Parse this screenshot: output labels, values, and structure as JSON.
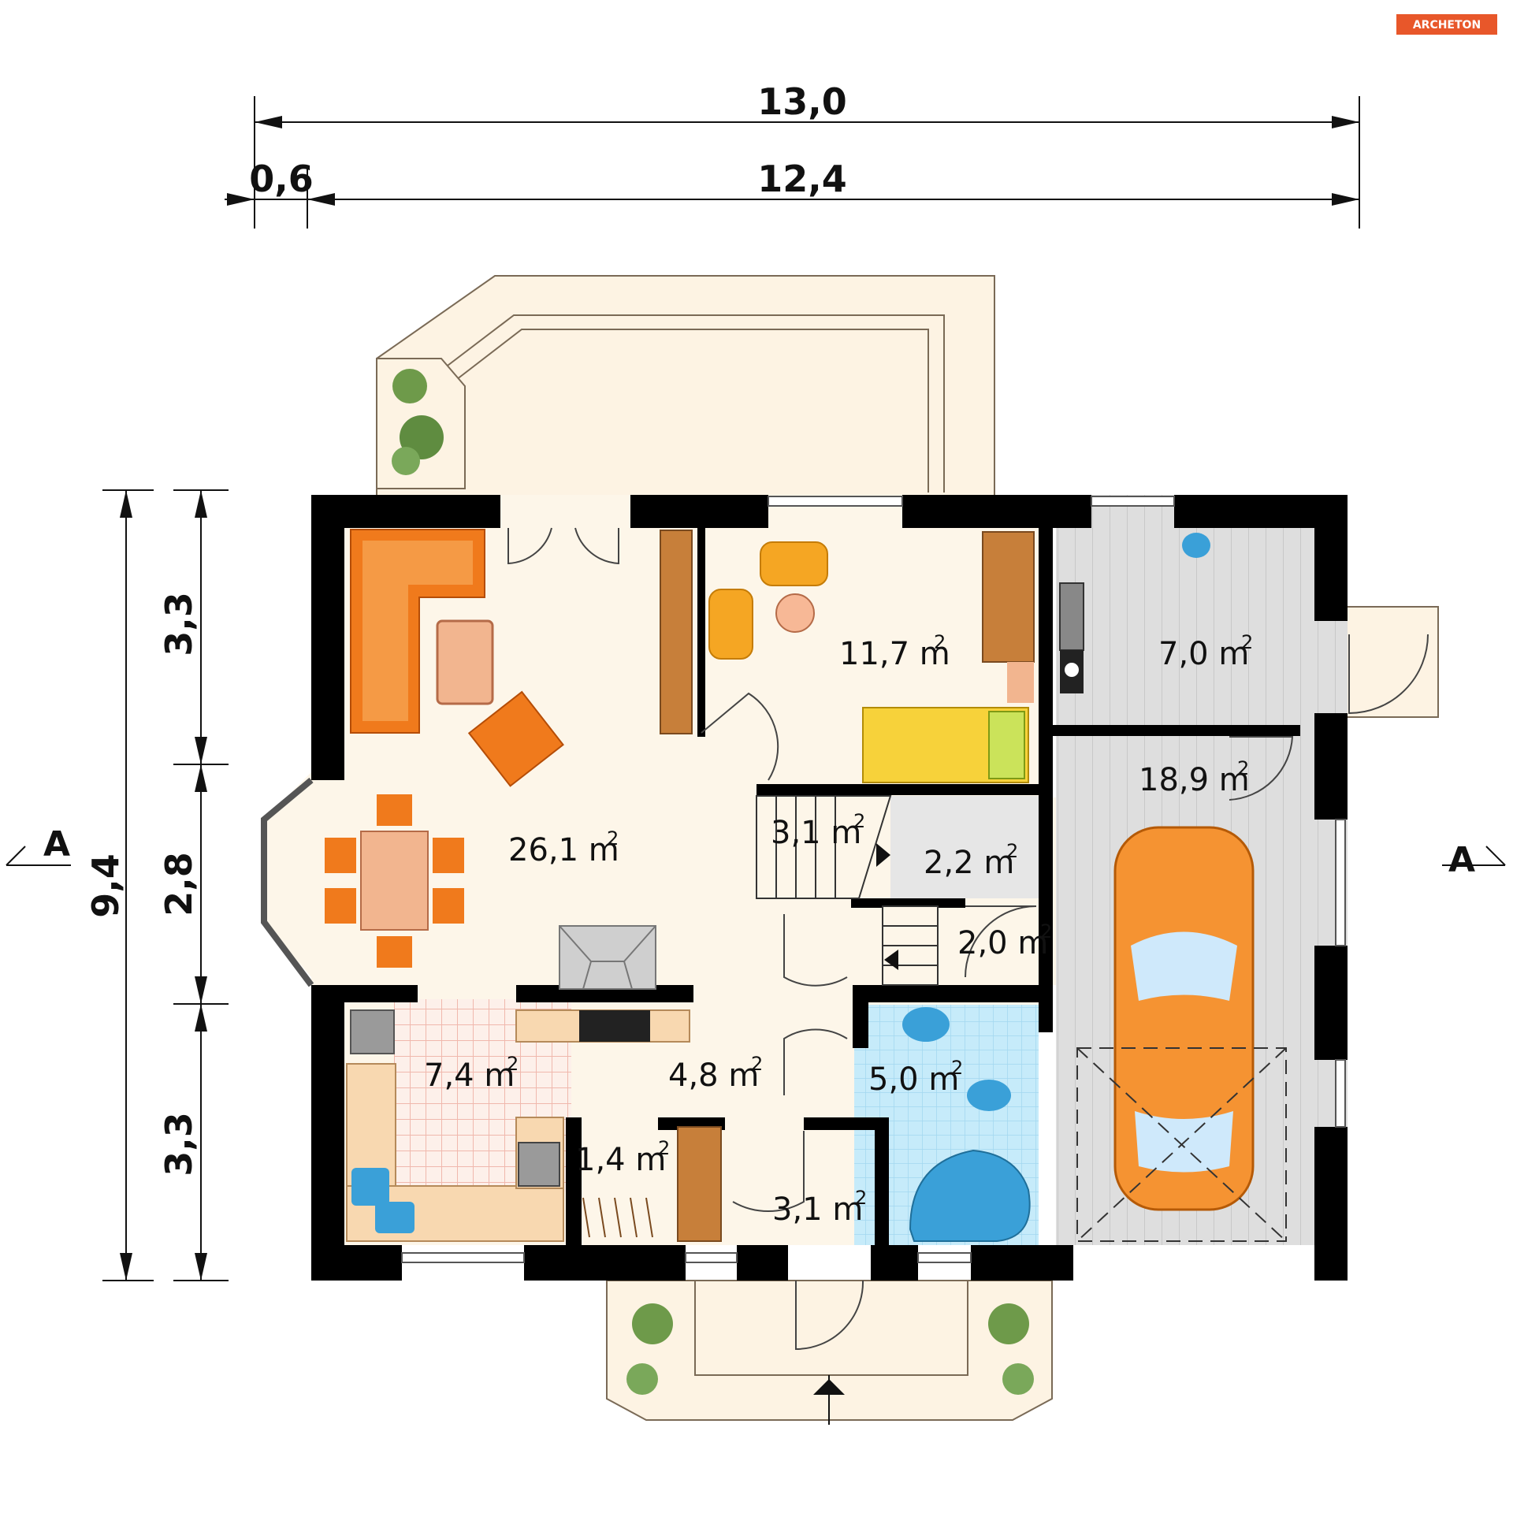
{
  "brand": {
    "logo_text": "ARCHETON",
    "logo_color": "#e8572a"
  },
  "dimensions": {
    "total_width": "13,0",
    "offset": "0,6",
    "inner_width": "12,4",
    "total_depth": "9,4",
    "segment_top": "3,3",
    "segment_middle": "2,8",
    "segment_bottom": "3,3"
  },
  "section_marks": {
    "left": "A",
    "right": "A"
  },
  "rooms": [
    {
      "area": "26,1 m",
      "sup": "2"
    },
    {
      "area": "11,7 m",
      "sup": "2"
    },
    {
      "area": "7,0 m",
      "sup": "2"
    },
    {
      "area": "18,9 m",
      "sup": "2"
    },
    {
      "area": "3,1 m",
      "sup": "2"
    },
    {
      "area": "2,2 m",
      "sup": "2"
    },
    {
      "area": "2,0 m",
      "sup": "2"
    },
    {
      "area": "7,4 m",
      "sup": "2"
    },
    {
      "area": "4,8 m",
      "sup": "2"
    },
    {
      "area": "5,0 m",
      "sup": "2"
    },
    {
      "area": "1,4 m",
      "sup": "2"
    },
    {
      "area": "3,1 m",
      "sup": "2"
    }
  ],
  "colors": {
    "floor": "#fdf6e9",
    "wall": "#000000",
    "garage_floor": "#dcdcdc",
    "bath_floor": "#bfe6f7",
    "kitchen_tile": "#f6c9c0",
    "furniture_orange": "#f07a1c",
    "wood": "#c77f3a"
  }
}
